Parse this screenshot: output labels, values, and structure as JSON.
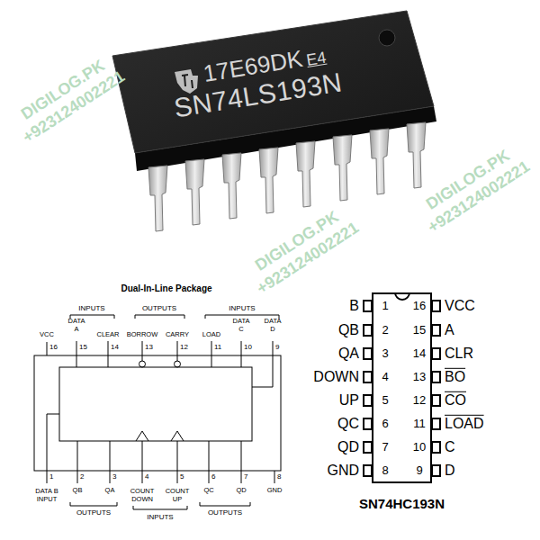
{
  "diagram": {
    "title": "Dual-In-Line Package",
    "nodes": [
      {
        "text": [
          "17E69DK",
          "E4",
          "SN74LS193N"
        ]
      },
      {
        "text": [
          "SN74HC193N"
        ]
      }
    ],
    "labels": [
      "INPUTS",
      "OUTPUTS",
      "INPUTS",
      "VCC",
      "DATA A",
      "CLEAR",
      "BORROW",
      "CARRY",
      "LOAD",
      "DATA C",
      "DATA D",
      "16",
      "15",
      "14",
      "13",
      "12",
      "11",
      "10",
      "9",
      "1",
      "2",
      "3",
      "4",
      "5",
      "6",
      "7",
      "8",
      "DATA B INPUT",
      "QB",
      "QA",
      "COUNT DOWN",
      "COUNT UP",
      "QC",
      "QD",
      "GND",
      "OUTPUTS",
      "INPUTS",
      "OUTPUTS",
      "B",
      "QB",
      "QA",
      "DOWN",
      "UP",
      "QC",
      "QD",
      "GND",
      "1",
      "2",
      "3",
      "4",
      "5",
      "6",
      "7",
      "8",
      "16",
      "15",
      "14",
      "13",
      "12",
      "11",
      "10",
      "9",
      "VCC",
      "A",
      "CLR",
      "BO",
      "CO",
      "LOAD",
      "C",
      "D",
      "DIGILOG.PK",
      "+923124002221",
      "DIGILOG.PK",
      "+923124002221",
      "DIGILOG.PK",
      "+923124002221"
    ]
  }
}
